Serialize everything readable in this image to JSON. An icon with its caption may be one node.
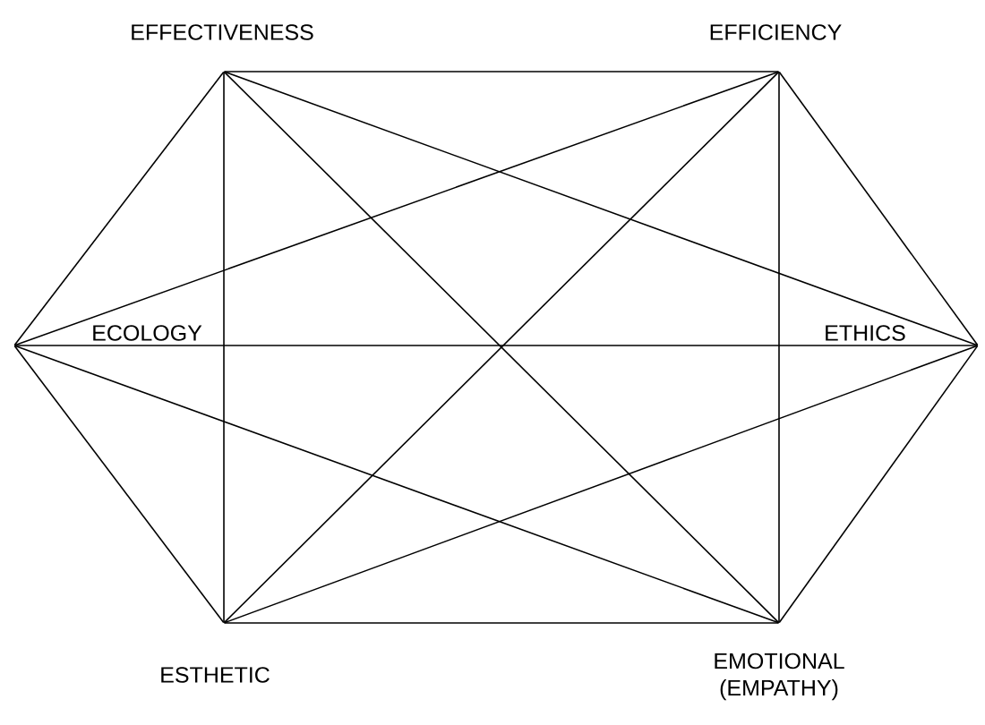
{
  "diagram": {
    "nodes": [
      {
        "text": [
          "EFFECTIVENESS"
        ]
      },
      {
        "text": [
          "EFFICIENCY"
        ]
      },
      {
        "text": [
          "ECOLOGY"
        ]
      },
      {
        "text": [
          "ETHICS"
        ]
      },
      {
        "text": [
          "ESTHETIC"
        ]
      },
      {
        "text": [
          "EMOTIONAL (EMPATHY)"
        ]
      }
    ],
    "edges": [
      {
        "from": 0,
        "to": 1,
        "arrow": "none"
      },
      {
        "from": 0,
        "to": 2,
        "arrow": "none"
      },
      {
        "from": 0,
        "to": 3,
        "arrow": "none"
      },
      {
        "from": 0,
        "to": 4,
        "arrow": "none"
      },
      {
        "from": 0,
        "to": 5,
        "arrow": "none"
      },
      {
        "from": 1,
        "to": 2,
        "arrow": "none"
      },
      {
        "from": 1,
        "to": 3,
        "arrow": "none"
      },
      {
        "from": 1,
        "to": 4,
        "arrow": "none"
      },
      {
        "from": 1,
        "to": 5,
        "arrow": "none"
      },
      {
        "from": 2,
        "to": 3,
        "arrow": "none"
      },
      {
        "from": 2,
        "to": 4,
        "arrow": "none"
      },
      {
        "from": 2,
        "to": 5,
        "arrow": "none"
      },
      {
        "from": 3,
        "to": 4,
        "arrow": "none"
      },
      {
        "from": 3,
        "to": 5,
        "arrow": "none"
      },
      {
        "from": 4,
        "to": 5,
        "arrow": "none"
      }
    ]
  }
}
